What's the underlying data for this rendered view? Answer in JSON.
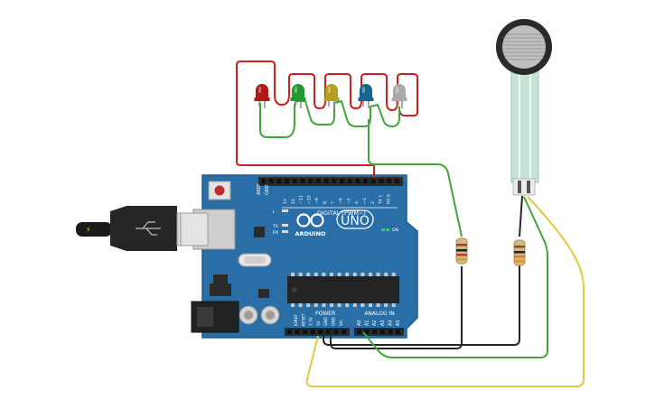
{
  "board": {
    "brand": "ARDUINO",
    "model": "UNO",
    "digital_label": "DIGITAL (PWM~)",
    "power_label": "POWER",
    "analog_label": "ANALOG IN",
    "on_label": "ON",
    "l_label": "L",
    "tx_label": "TX",
    "rx_label": "RX",
    "aref_label": "AREF",
    "gnd_label": "GND",
    "digital_pins": [
      "13",
      "12",
      "~11",
      "~10",
      "~9",
      "8",
      "7",
      "~6",
      "~5",
      "4",
      "~3",
      "2",
      "TX 1",
      "RX 0"
    ],
    "power_pins": [
      "IOREF",
      "RESET",
      "3.3V",
      "5V",
      "GND",
      "GND",
      "Vin"
    ],
    "analog_pins": [
      "A0",
      "A1",
      "A2",
      "A3",
      "A4",
      "A5"
    ]
  },
  "leds": [
    {
      "name": "red",
      "color": "#b01818"
    },
    {
      "name": "green",
      "color": "#1f9a2e"
    },
    {
      "name": "yellow",
      "color": "#b3a01c"
    },
    {
      "name": "blue",
      "color": "#17648e"
    },
    {
      "name": "white",
      "color": "#a9a9a9"
    }
  ],
  "wire_colors": {
    "red": "#d01f1f",
    "green": "#41a63a",
    "black": "#262626",
    "yellow": "#e2c83a"
  },
  "colors": {
    "board": "#2a6ea8",
    "board_dark": "#1e5b8e",
    "header": "#2b2b2b",
    "chip": "#232323"
  }
}
